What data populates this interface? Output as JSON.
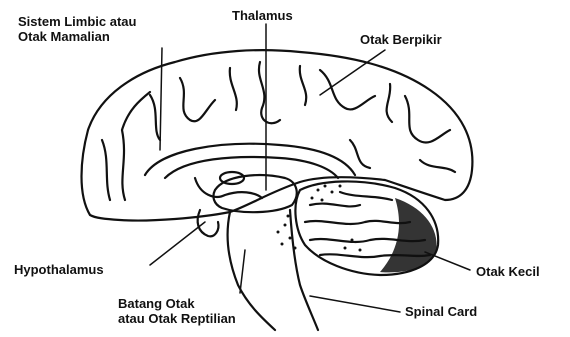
{
  "labels": {
    "limbic_line1": "Sistem Limbic atau",
    "limbic_line2": "Otak Mamalian",
    "thalamus": "Thalamus",
    "thinking": "Otak Berpikir",
    "hypothalamus": "Hypothalamus",
    "cerebellum": "Otak Kecil",
    "stem_line1": "Batang Otak",
    "stem_line2": "atau Otak Reptilian",
    "spinal": "Spinal Card"
  }
}
